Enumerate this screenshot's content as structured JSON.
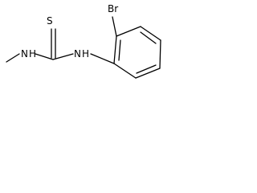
{
  "molecule": {
    "atoms": {
      "sulfur": "S",
      "bromine": "Br",
      "nitrogen_left": "N",
      "hydrogen_left": "H",
      "nitrogen_right": "N",
      "hydrogen_right": "H"
    },
    "colors": {
      "bond": "#000000",
      "label": "#000000",
      "background": "#ffffff"
    }
  }
}
